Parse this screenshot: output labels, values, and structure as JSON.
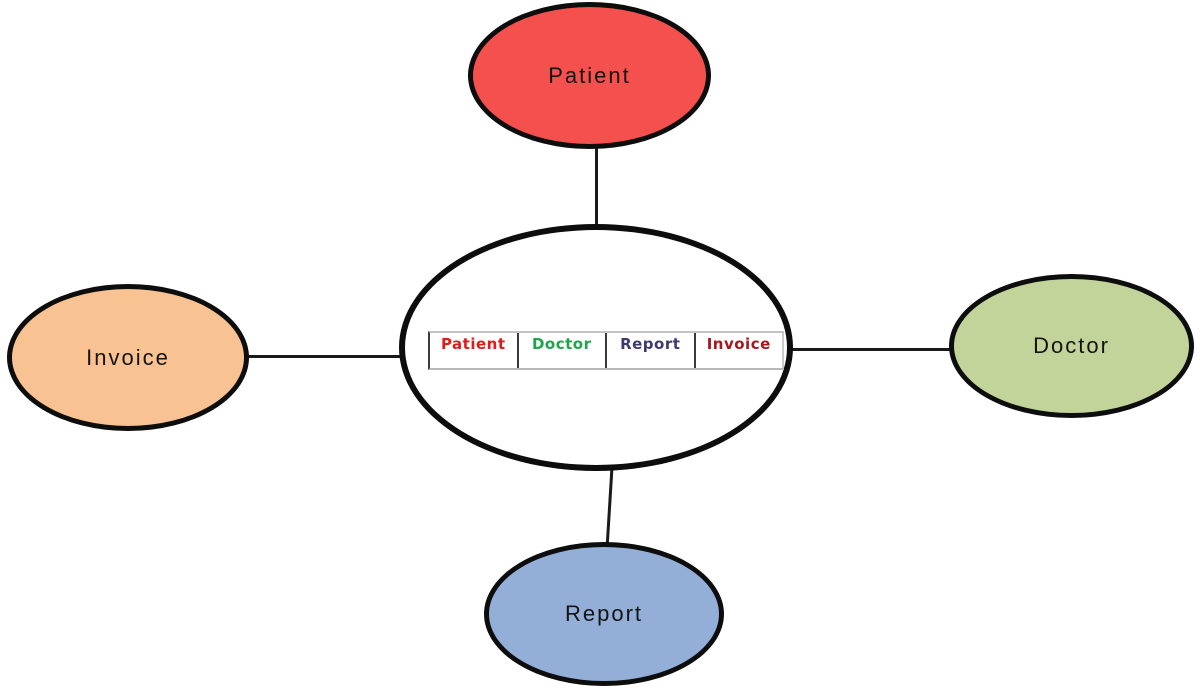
{
  "diagram": {
    "nodes": [
      {
        "id": "patient",
        "label": "Patient",
        "fill": "#f4504e",
        "position": "top"
      },
      {
        "id": "doctor",
        "label": "Doctor",
        "fill": "#c3d49b",
        "position": "right"
      },
      {
        "id": "report",
        "label": "Report",
        "fill": "#93afd7",
        "position": "bottom"
      },
      {
        "id": "invoice",
        "label": "Invoice",
        "fill": "#f9c292",
        "position": "left"
      }
    ],
    "center_table": {
      "cells": [
        {
          "label": "Patient",
          "color": "#e11b1b"
        },
        {
          "label": "Doctor",
          "color": "#1fa44c"
        },
        {
          "label": "Report",
          "color": "#3f3a6e"
        },
        {
          "label": "Invoice",
          "color": "#a4191f"
        }
      ]
    },
    "colors": {
      "node_stroke": "#0d0d0d",
      "connector": "#1a1a1a",
      "background": "#ffffff",
      "table_border_light": "#c4c4c4",
      "table_border_dark": "#3a3a3a"
    }
  }
}
